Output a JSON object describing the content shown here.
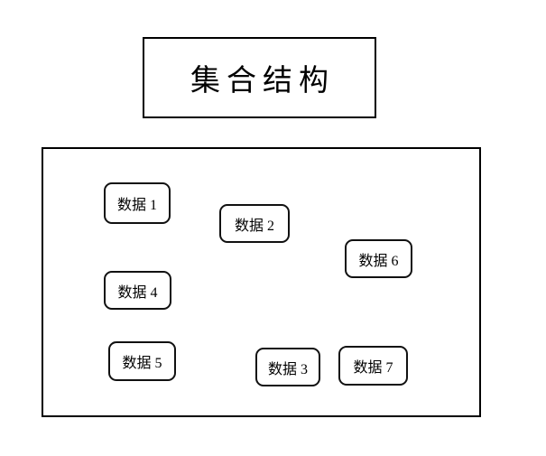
{
  "title": {
    "text": "集合结构"
  },
  "diagram": {
    "type": "set-structure",
    "container_shape": "rectangle",
    "node_shape": "rounded-rectangle",
    "nodes": [
      {
        "id": "1",
        "label": "数据 1"
      },
      {
        "id": "2",
        "label": "数据 2"
      },
      {
        "id": "6",
        "label": "数据 6"
      },
      {
        "id": "4",
        "label": "数据 4"
      },
      {
        "id": "5",
        "label": "数据 5"
      },
      {
        "id": "3",
        "label": "数据 3"
      },
      {
        "id": "7",
        "label": "数据 7"
      }
    ]
  },
  "colors": {
    "background": "#ffffff",
    "border": "#000000",
    "text": "#000000"
  }
}
